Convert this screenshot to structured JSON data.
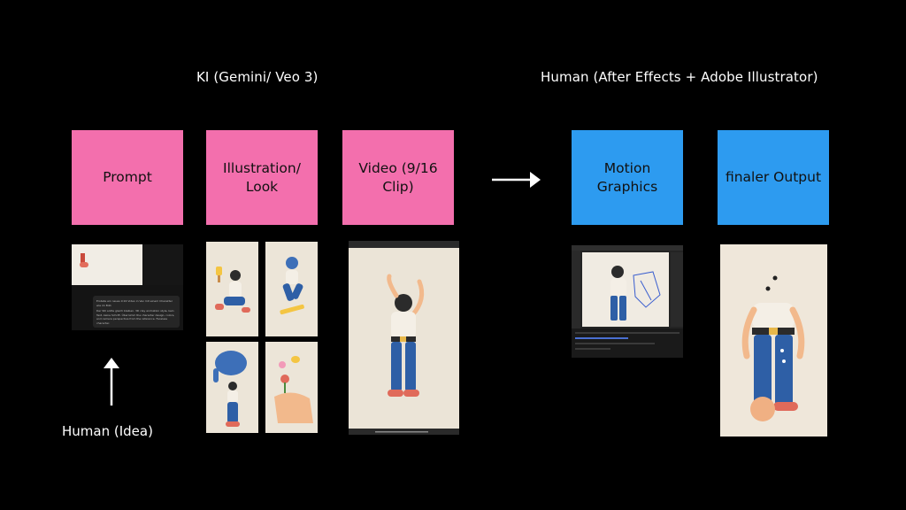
{
  "headings": {
    "ai": "KI (Gemini/ Veo 3)",
    "human": "Human (After Effects + Adobe Illustrator)"
  },
  "boxes": {
    "prompt": "Prompt",
    "illustration": "Illustration/ Look",
    "video": "Video (9/16 Clip)",
    "motion": "Motion Graphics",
    "final": "finaler Output"
  },
  "human_idea": "Human (Idea)",
  "prompt_screenshot": {
    "text_line1": "Erstelle ein neues 9:16 Video in Veo mit einem Charakter wie im Bild.",
    "text_line2": "Der Stil sollte gleich bleiben. 3D clay animation style, kein Text, keine Schrift. Übernimm the character design, colors, and camera perspective from the reference. Faceless character."
  },
  "colors": {
    "ai_box": "#f36fad",
    "human_box": "#2d9bf0",
    "background": "#000000"
  }
}
